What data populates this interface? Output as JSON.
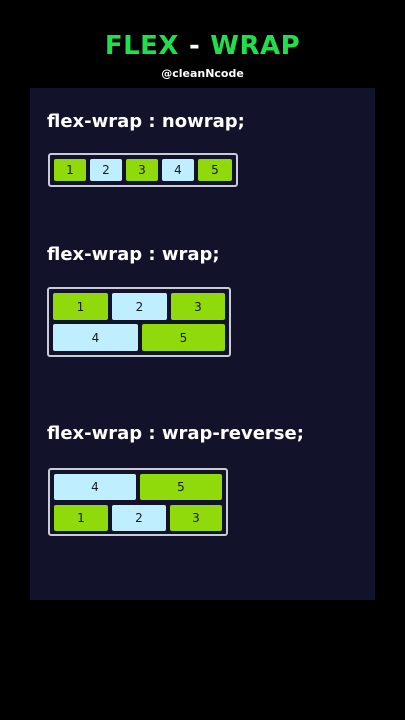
{
  "header": {
    "title_part1": "FLEX",
    "title_dash": "-",
    "title_part2": "WRAP",
    "handle": "@cleanNcode"
  },
  "colors": {
    "title_green": "#1fe04a",
    "panel_bg": "#12132a",
    "item_green": "#90d90b",
    "item_blue": "#bfefff",
    "container_border": "#c9ccd6"
  },
  "examples": [
    {
      "code": "flex-wrap : nowrap;",
      "items": [
        "1",
        "2",
        "3",
        "4",
        "5"
      ]
    },
    {
      "code": "flex-wrap : wrap;",
      "items": [
        "1",
        "2",
        "3",
        "4",
        "5"
      ]
    },
    {
      "code": "flex-wrap : wrap-reverse;",
      "items": [
        "4",
        "5",
        "1",
        "2",
        "3"
      ]
    }
  ]
}
